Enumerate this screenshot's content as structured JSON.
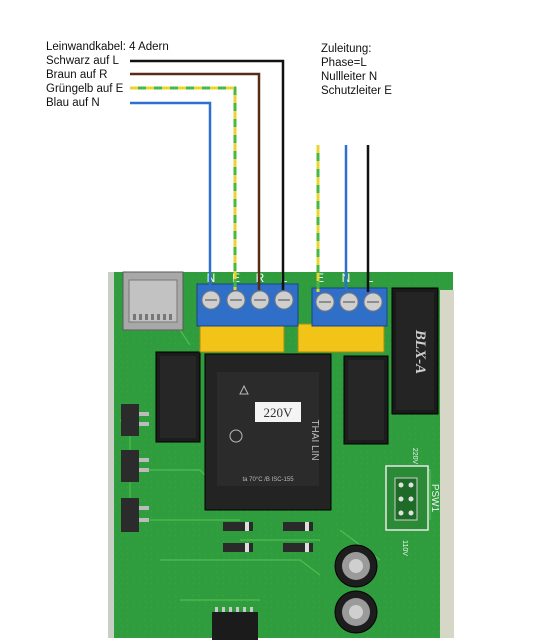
{
  "left_notes": {
    "title": "Leinwandkabel: 4 Adern",
    "lines": [
      "Schwarz auf L",
      "Braun auf R",
      "Grüngelb auf E",
      "Blau auf N"
    ]
  },
  "right_notes": {
    "title": "Zuleitung:",
    "lines": [
      "Phase=L",
      "Nullleiter N",
      "Schutzleiter E"
    ]
  },
  "terminal_labels": {
    "left_block": [
      "N",
      "E",
      "R",
      "L"
    ],
    "right_block": [
      "E",
      "N",
      "L"
    ]
  },
  "components": {
    "transformer_brand": "THAI LIN",
    "transformer_voltage": "220V",
    "transformer_rating": "ta 70°C /B  ISC-155",
    "relay_label": "BLX-A",
    "switch_label": "PSW1",
    "switch_top": "220V",
    "switch_bottom": "110V"
  },
  "colors": {
    "board": "#2e9a3c",
    "board_dark": "#1f7a2c",
    "wire_black": "#111111",
    "wire_brown": "#5a2a14",
    "wire_green": "#46b84a",
    "wire_yellow": "#e8d530",
    "wire_blue": "#2e6fd0",
    "terminal_blue": "#2f6fc8",
    "capacitor_yellow": "#f2c418"
  }
}
